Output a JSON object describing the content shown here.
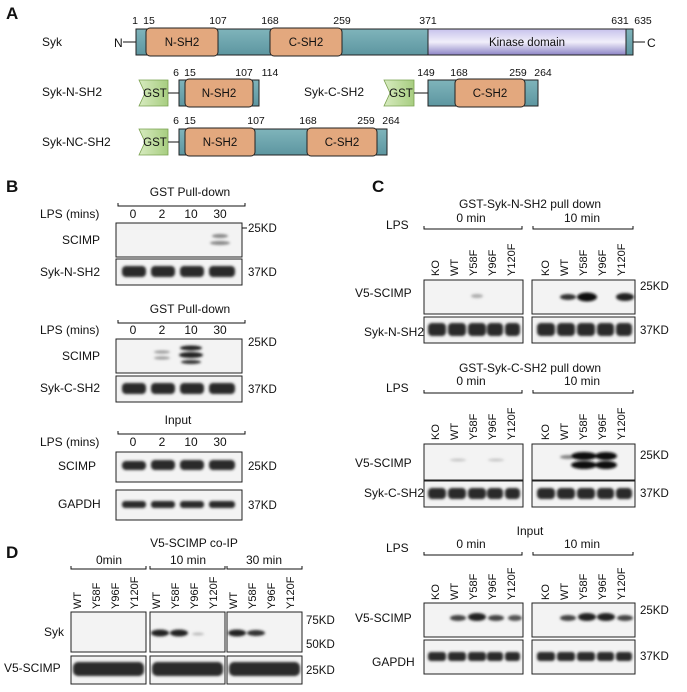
{
  "panels": {
    "a": "A",
    "b": "B",
    "c": "C",
    "d": "D"
  },
  "panel_a": {
    "syk": {
      "name": "Syk",
      "n_term": "N",
      "c_term": "C",
      "n_sh2": "N-SH2",
      "c_sh2": "C-SH2",
      "kinase": "Kinase domain",
      "nums": [
        "1",
        "15",
        "107",
        "168",
        "259",
        "371",
        "631",
        "635"
      ]
    },
    "syk_n_sh2": {
      "name": "Syk-N-SH2",
      "gst": "GST",
      "domain": "N-SH2",
      "nums": [
        "6",
        "15",
        "107",
        "114"
      ]
    },
    "syk_c_sh2": {
      "name": "Syk-C-SH2",
      "gst": "GST",
      "domain": "C-SH2",
      "nums": [
        "149",
        "168",
        "259",
        "264"
      ]
    },
    "syk_nc_sh2": {
      "name": "Syk-NC-SH2",
      "gst": "GST",
      "n_domain": "N-SH2",
      "c_domain": "C-SH2",
      "nums": [
        "6",
        "15",
        "107",
        "168",
        "259",
        "264"
      ]
    }
  },
  "panel_b": {
    "blocks": [
      {
        "header": "GST Pull-down",
        "lps_label": "LPS (mins)",
        "times": [
          "0",
          "2",
          "10",
          "30"
        ],
        "rows": [
          {
            "label": "SCIMP",
            "kd": "25KD"
          },
          {
            "label": "Syk-N-SH2",
            "kd": "37KD"
          }
        ]
      },
      {
        "header": "GST Pull-down",
        "lps_label": "LPS (mins)",
        "times": [
          "0",
          "2",
          "10",
          "30"
        ],
        "rows": [
          {
            "label": "SCIMP",
            "kd": "25KD"
          },
          {
            "label": "Syk-C-SH2",
            "kd": "37KD"
          }
        ]
      },
      {
        "header": "Input",
        "lps_label": "LPS (mins)",
        "times": [
          "0",
          "2",
          "10",
          "30"
        ],
        "rows": [
          {
            "label": "SCIMP",
            "kd": "25KD"
          },
          {
            "label": "GAPDH",
            "kd": "37KD"
          }
        ]
      }
    ]
  },
  "panel_c": {
    "lanes": [
      "KO",
      "WT",
      "Y58F",
      "Y96F",
      "Y120F"
    ],
    "blocks": [
      {
        "header": "GST-Syk-N-SH2 pull down",
        "lps": "LPS",
        "t1": "0 min",
        "t2": "10 min",
        "rows": [
          {
            "label": "V5-SCIMP",
            "kd": "25KD"
          },
          {
            "label": "Syk-N-SH2",
            "kd": "37KD"
          }
        ]
      },
      {
        "header": "GST-Syk-C-SH2 pull down",
        "lps": "LPS",
        "t1": "0 min",
        "t2": "10 min",
        "rows": [
          {
            "label": "V5-SCIMP",
            "kd": "25KD"
          },
          {
            "label": "Syk-C-SH2",
            "kd": "37KD"
          }
        ]
      },
      {
        "header": "Input",
        "lps": "LPS",
        "t1": "0 min",
        "t2": "10 min",
        "rows": [
          {
            "label": "V5-SCIMP",
            "kd": "25KD"
          },
          {
            "label": "GAPDH",
            "kd": "37KD"
          }
        ]
      }
    ]
  },
  "panel_d": {
    "header": "V5-SCIMP co-IP",
    "times": [
      "0min",
      "10 min",
      "30 min"
    ],
    "lanes": [
      "WT",
      "Y58F",
      "Y96F",
      "Y120F"
    ],
    "rows": [
      {
        "label": "Syk",
        "kd1": "75KD",
        "kd2": "50KD"
      },
      {
        "label": "V5-SCIMP",
        "kd": "25KD"
      }
    ]
  },
  "colors": {
    "teal": "#6aa3ab",
    "orange": "#e3a87e",
    "kinase_light": "#e6e3f5",
    "kinase_dark": "#8f88c9",
    "gst_green": "#bcd89a"
  }
}
